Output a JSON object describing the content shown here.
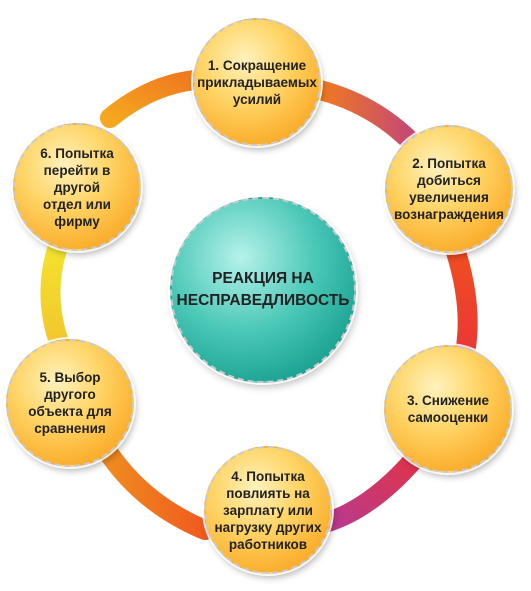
{
  "center": {
    "label": "РЕАКЦИЯ НА\nНЕСПРАВЕДЛИВОСТЬ"
  },
  "nodes": [
    {
      "label": "1. Сокращение\nприкладываемых\nусилий"
    },
    {
      "label": "2. Попытка\nдобиться\nувеличения\nвознаграждения"
    },
    {
      "label": "3. Снижение\nсамооценки"
    },
    {
      "label": "4. Попытка\nповлиять на\nзарплату или\nнагрузку других\nработников"
    },
    {
      "label": "5. Выбор другого\nобъекта для\nсравнения"
    },
    {
      "label": "6. Попытка\nперейти в другой\nотдел или фирму"
    }
  ],
  "colors": {
    "ring_orange": "#f07a1f",
    "ring_magenta": "#b93a8e",
    "ring_red": "#e8323a",
    "ring_yellow": "#f2dc2c",
    "node_fill": "#fbb232",
    "center_fill": "#19a190"
  }
}
